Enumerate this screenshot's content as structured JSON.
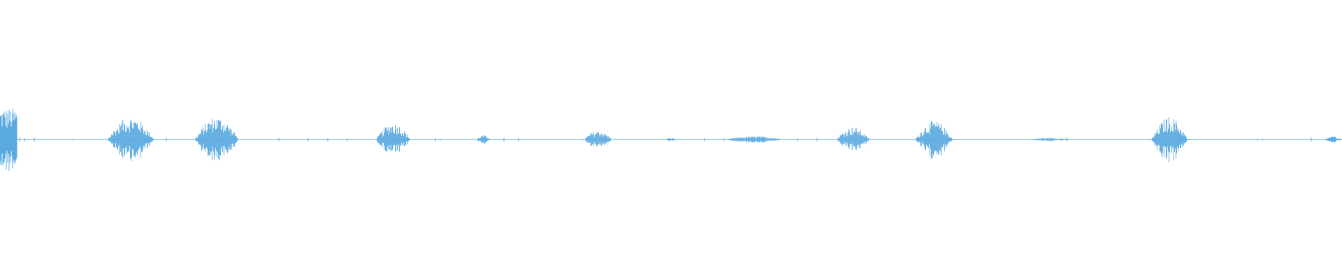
{
  "waveform": {
    "color": "#5aa9e0",
    "segments": [
      {
        "start": 0.0,
        "end": 0.013,
        "amplitude": 0.75
      },
      {
        "start": 0.08,
        "end": 0.115,
        "amplitude": 0.55
      },
      {
        "start": 0.145,
        "end": 0.178,
        "amplitude": 0.55
      },
      {
        "start": 0.28,
        "end": 0.306,
        "amplitude": 0.4
      },
      {
        "start": 0.355,
        "end": 0.366,
        "amplitude": 0.1
      },
      {
        "start": 0.435,
        "end": 0.456,
        "amplitude": 0.22
      },
      {
        "start": 0.495,
        "end": 0.505,
        "amplitude": 0.04
      },
      {
        "start": 0.54,
        "end": 0.585,
        "amplitude": 0.08
      },
      {
        "start": 0.623,
        "end": 0.648,
        "amplitude": 0.3
      },
      {
        "start": 0.682,
        "end": 0.71,
        "amplitude": 0.45
      },
      {
        "start": 0.765,
        "end": 0.8,
        "amplitude": 0.04
      },
      {
        "start": 0.858,
        "end": 0.885,
        "amplitude": 0.55
      },
      {
        "start": 0.987,
        "end": 1.0,
        "amplitude": 0.08
      }
    ]
  }
}
